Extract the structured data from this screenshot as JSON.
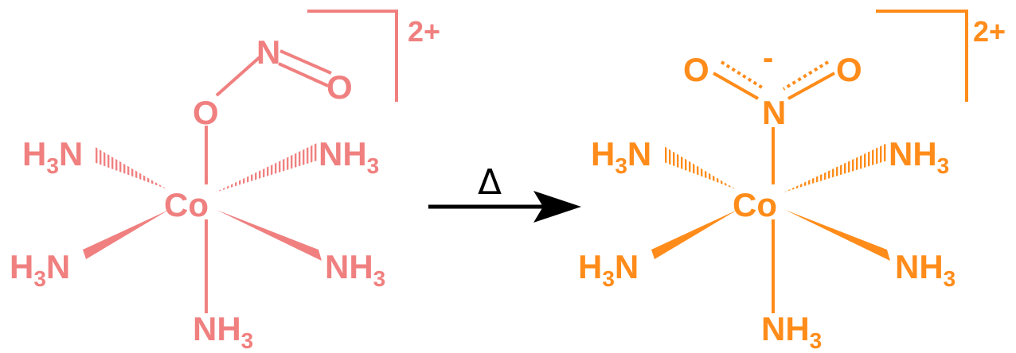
{
  "colors": {
    "left": "#f08080",
    "right": "#ff8c1a",
    "arrow": "#000000"
  },
  "left_complex": {
    "charge": "2+",
    "nitrite_n": "N",
    "nitrite_o_terminal": "O",
    "nitrite_o_bridge": "O",
    "metal": "Co",
    "ligands": {
      "upper_left": "H3N",
      "upper_right": "NH3",
      "lower_left": "H3N",
      "lower_right": "NH3",
      "bottom": "NH3"
    }
  },
  "arrow": {
    "label": "Δ"
  },
  "right_complex": {
    "charge": "2+",
    "nitro_o_left": "O",
    "nitro_o_right": "O",
    "nitro_n": "N",
    "minus": "-",
    "metal": "Co",
    "ligands": {
      "upper_left": "H3N",
      "upper_right": "NH3",
      "lower_left": "H3N",
      "lower_right": "NH3",
      "bottom": "NH3"
    }
  }
}
